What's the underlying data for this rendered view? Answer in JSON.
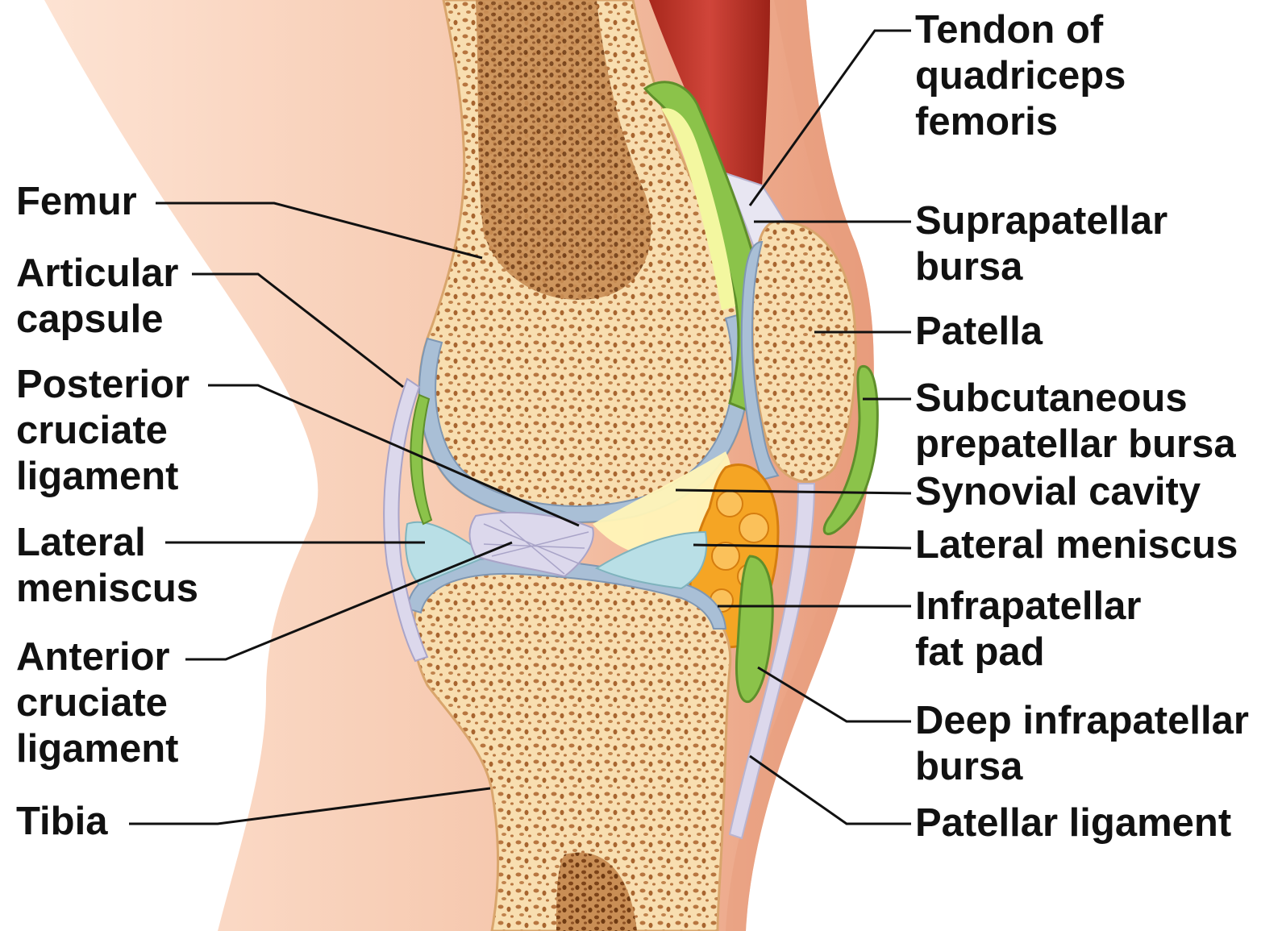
{
  "diagram": {
    "left_labels": [
      {
        "id": "femur",
        "text": "Femur"
      },
      {
        "id": "articular-capsule",
        "text": "Articular\ncapsule"
      },
      {
        "id": "posterior-cruciate-ligament",
        "text": "Posterior\ncruciate\nligament"
      },
      {
        "id": "lateral-meniscus-left",
        "text": "Lateral\nmeniscus"
      },
      {
        "id": "anterior-cruciate-ligament",
        "text": "Anterior\ncruciate\nligament"
      },
      {
        "id": "tibia",
        "text": "Tibia"
      }
    ],
    "right_labels": [
      {
        "id": "tendon-of-quadriceps-femoris",
        "text": "Tendon of\nquadriceps\nfemoris"
      },
      {
        "id": "suprapatellar-bursa",
        "text": "Suprapatellar\nbursa"
      },
      {
        "id": "patella",
        "text": "Patella"
      },
      {
        "id": "subcutaneous-prepatellar-bursa",
        "text": "Subcutaneous\nprepatellar bursa"
      },
      {
        "id": "synovial-cavity",
        "text": "Synovial cavity"
      },
      {
        "id": "lateral-meniscus-right",
        "text": "Lateral meniscus"
      },
      {
        "id": "infrapatellar-fat-pad",
        "text": "Infrapatellar\nfat pad"
      },
      {
        "id": "deep-infrapatellar-bursa",
        "text": "Deep infrapatellar\nbursa"
      },
      {
        "id": "patellar-ligament",
        "text": "Patellar ligament"
      }
    ],
    "colors": {
      "skin": "#f6c8ae",
      "skin_shadow": "#e79e7f",
      "bone": "#fbe9c4",
      "spongy_bone": "#b7753f",
      "marrow": "#8c4f22",
      "cartilage": "#a9bfd6",
      "bursa": "#8bc34a",
      "fat_pad": "#f5a524",
      "muscle": "#c0392b",
      "ligament": "#dcd8ec",
      "meniscus": "#b9dfe6",
      "synovial": "#fff4b8",
      "leader_line": "#111111"
    }
  }
}
